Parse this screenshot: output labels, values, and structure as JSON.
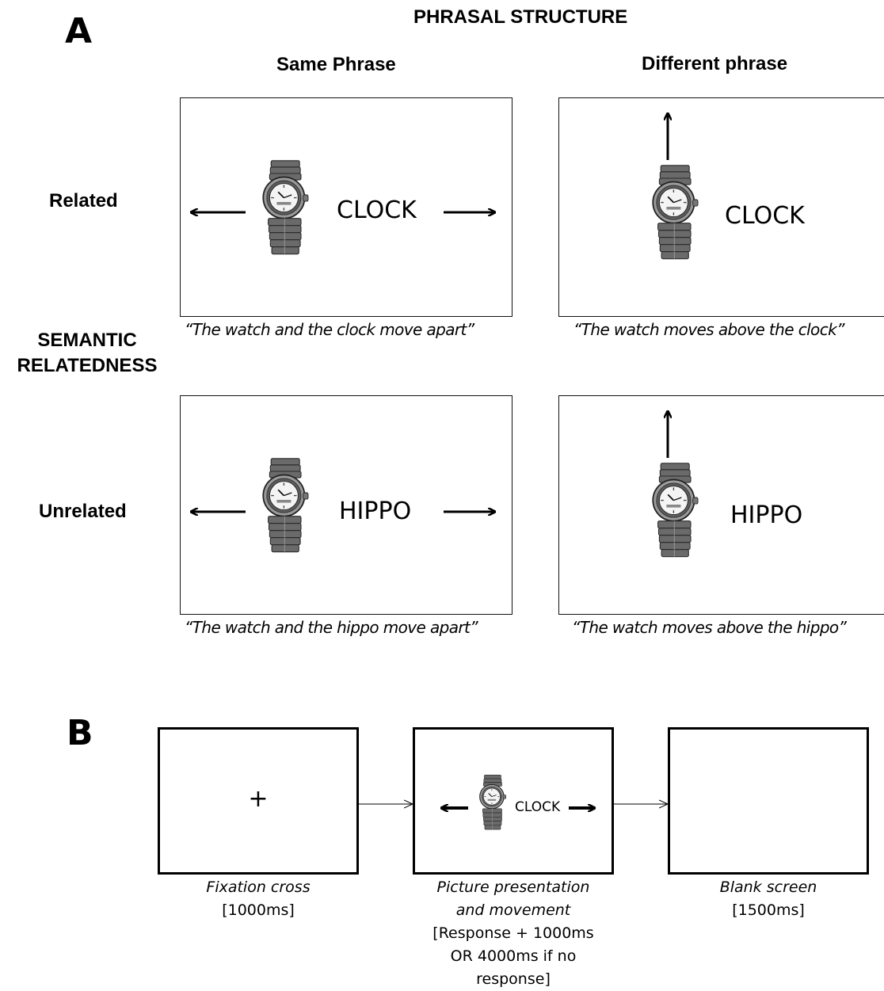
{
  "panel_a": {
    "letter": "A",
    "column_header": "PHRASAL STRUCTURE",
    "col_same": "Same Phrase",
    "col_diff": "Different phrase",
    "row_related": "Related",
    "row_unrelated": "Unrelated",
    "row_header_line1": "SEMANTIC",
    "row_header_line2": "RELATEDNESS",
    "cells": {
      "related_same": {
        "word": "CLOCK",
        "caption": "“The watch and the clock move apart”"
      },
      "related_diff": {
        "word": "CLOCK",
        "caption": "“The watch moves above the clock”"
      },
      "unrelated_same": {
        "word": "HIPPO",
        "caption": "“The watch and the hippo move apart”"
      },
      "unrelated_diff": {
        "word": "HIPPO",
        "caption": "“The watch moves above the hippo”"
      }
    }
  },
  "panel_b": {
    "letter": "B",
    "fixation_symbol": "+",
    "screen2_word": "CLOCK",
    "step1": {
      "title": "Fixation cross",
      "timing": "[1000ms]"
    },
    "step2": {
      "title_line1": "Picture presentation",
      "title_line2": "and movement",
      "timing_line1": "[Response + 1000ms",
      "timing_line2": "OR 4000ms if no",
      "timing_line3": "response]"
    },
    "step3": {
      "title": "Blank screen",
      "timing": "[1500ms]"
    }
  },
  "icons": {
    "stimulus_picture": "wristwatch-icon",
    "movement_arrow": "arrow-icon"
  }
}
